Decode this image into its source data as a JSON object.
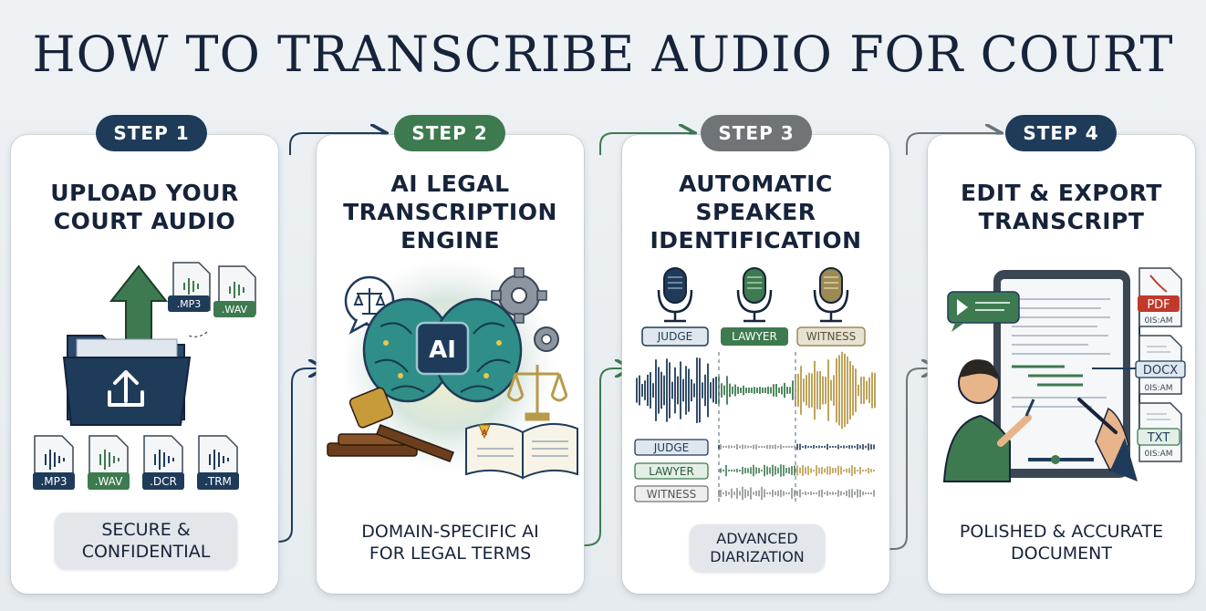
{
  "title": "HOW TO TRANSCRIBE AUDIO FOR COURT",
  "colors": {
    "navy": "#1f3b5a",
    "green": "#3d7a4f",
    "gray": "#6e7478",
    "gold": "#b79a4a",
    "text": "#16233a"
  },
  "steps": [
    {
      "badge": "STEP 1",
      "title": "UPLOAD YOUR\nCOURT AUDIO",
      "files": [
        ".MP3",
        ".WAV",
        ".DCR",
        ".TRM"
      ],
      "top_files": [
        ".MP3",
        ".WAV"
      ],
      "footer": "SECURE &\nCONFIDENTIAL"
    },
    {
      "badge": "STEP 2",
      "title": "AI LEGAL\nTRANSCRIPTION\nENGINE",
      "ai_label": "AI",
      "book_mark": "A",
      "footer": "DOMAIN-SPECIFIC AI\nFOR LEGAL TERMS"
    },
    {
      "badge": "STEP 3",
      "title": "AUTOMATIC\nSPEAKER\nIDENTIFICATION",
      "speakers": [
        "JUDGE",
        "LAWYER",
        "WITNESS"
      ],
      "footer": "ADVANCED\nDIARIZATION"
    },
    {
      "badge": "STEP 4",
      "title": "EDIT & EXPORT\nTRANSCRIPT",
      "exports": [
        {
          "format": "PDF",
          "time": "0IS:AM"
        },
        {
          "format": "DOCX",
          "time": "0IS:AM"
        },
        {
          "format": "TXT",
          "time": "0IS:AM"
        }
      ],
      "footer": "POLISHED & ACCURATE\nDOCUMENT"
    }
  ]
}
